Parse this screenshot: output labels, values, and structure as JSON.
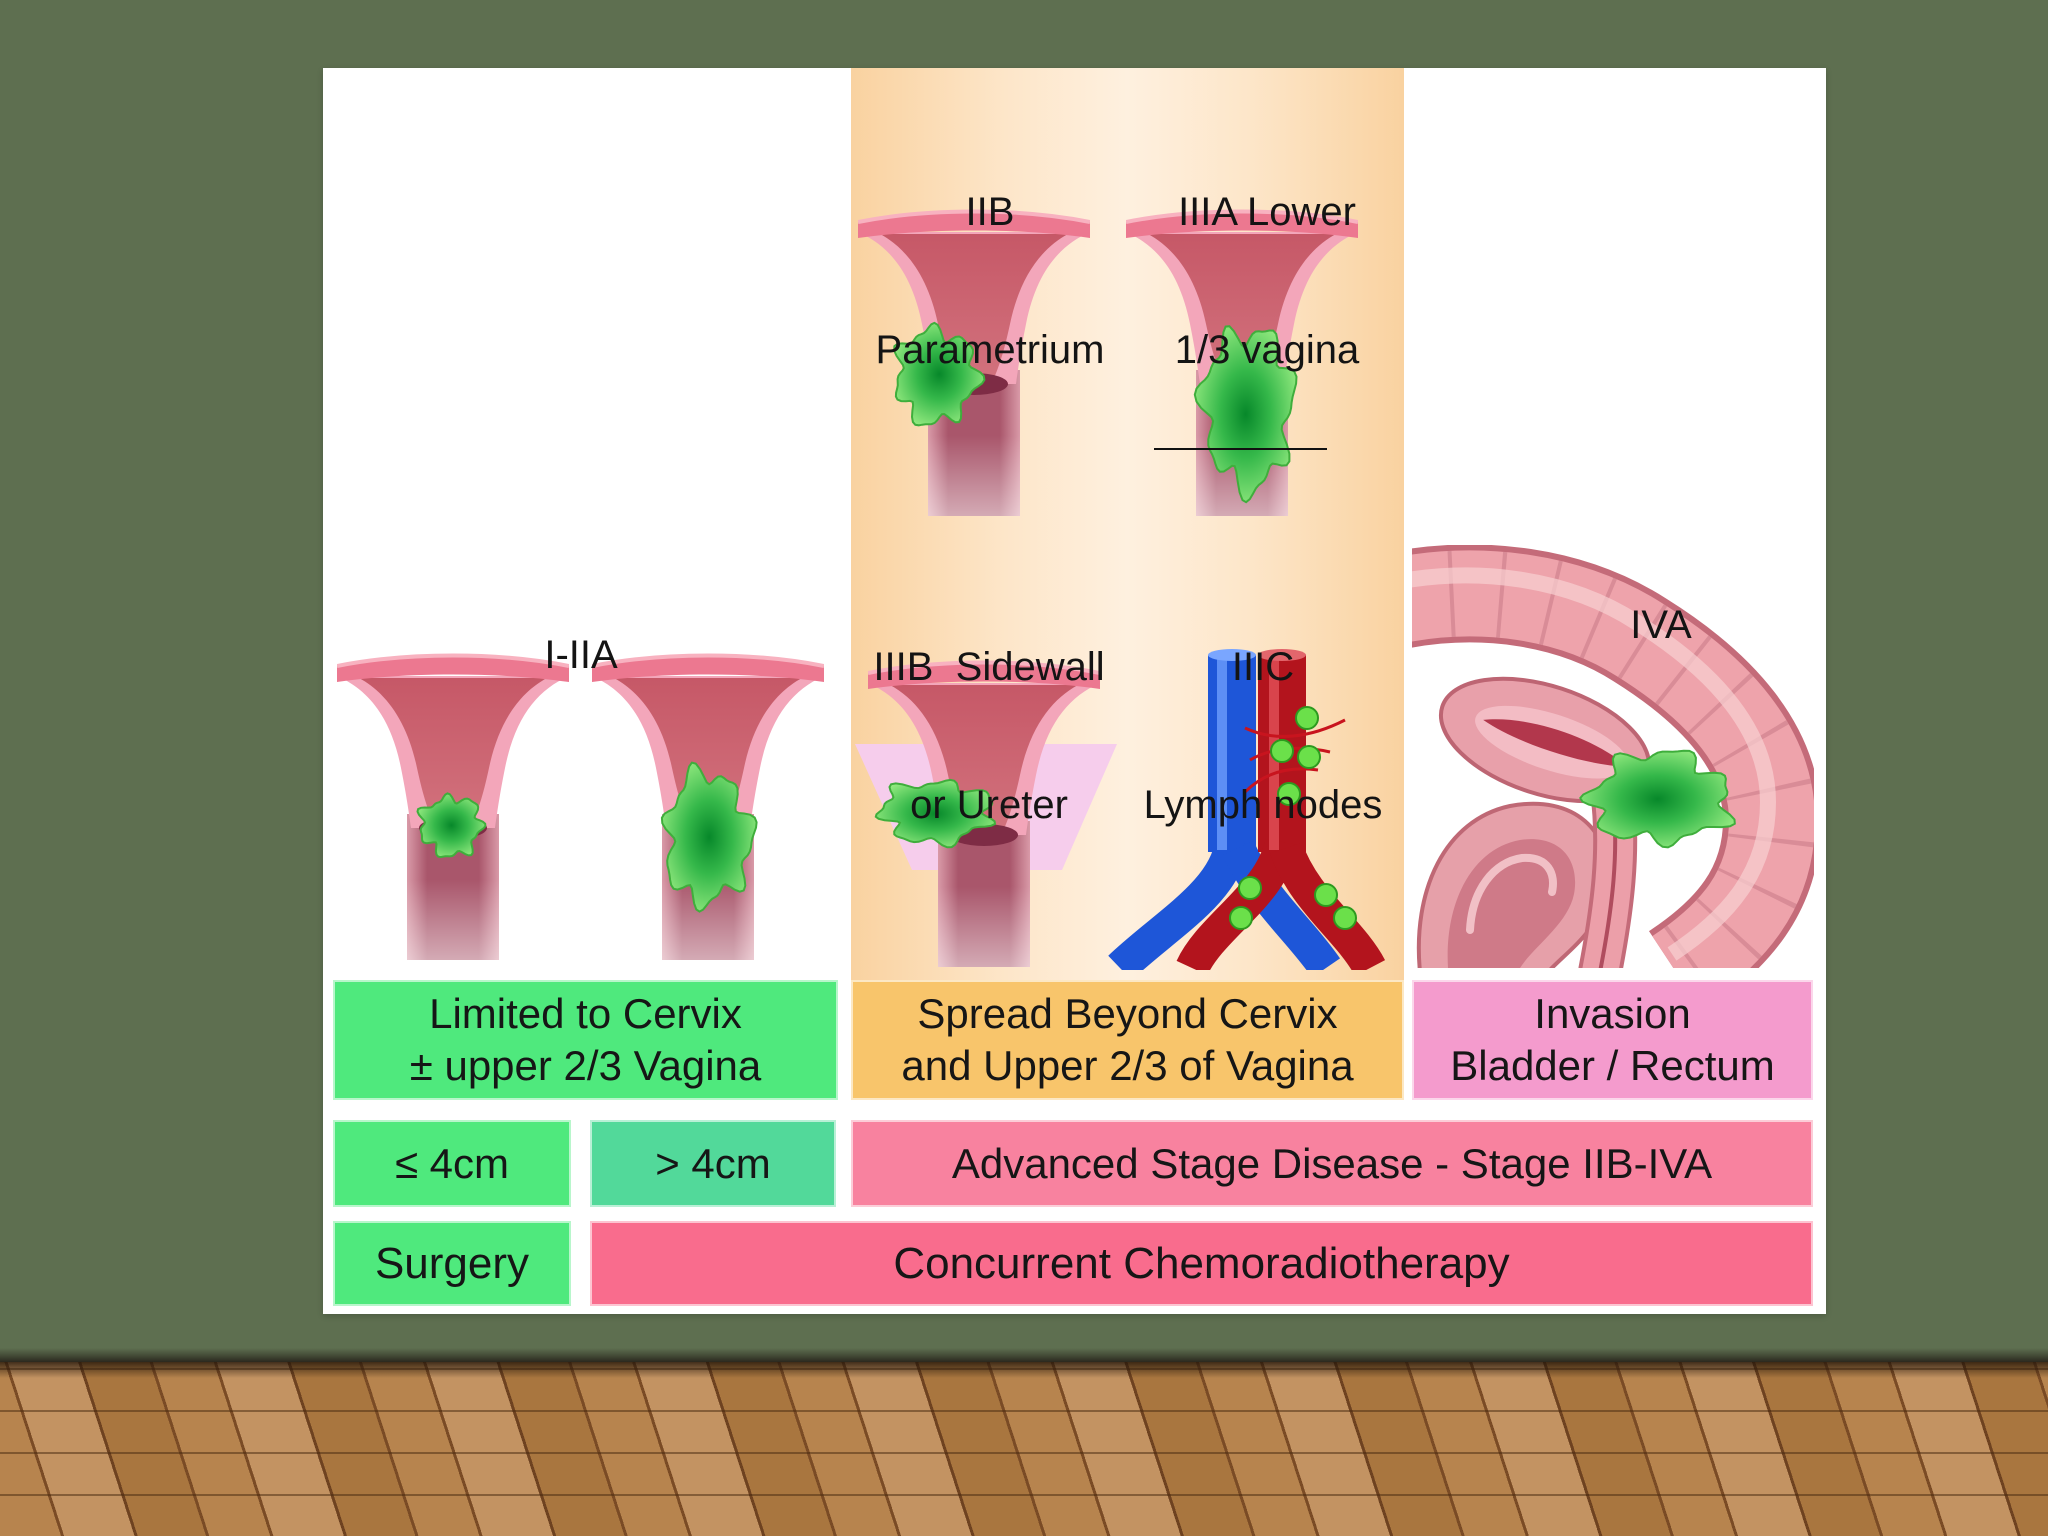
{
  "slide": {
    "stage_labels": {
      "iib": [
        "IIB",
        "Parametrium"
      ],
      "iiia": [
        "IIIA Lower",
        "1/3 vagina"
      ],
      "i_iia": "I-IIA",
      "iiib": [
        "IIIB  Sidewall",
        "or Ureter"
      ],
      "iiic": [
        "IIIC",
        "Lymph nodes"
      ],
      "iva": "IVA"
    },
    "extent": {
      "limited": [
        "Limited to Cervix",
        "± upper 2/3 Vagina"
      ],
      "spread": [
        "Spread Beyond Cervix",
        "and Upper 2/3 of Vagina"
      ],
      "invasion": [
        "Invasion",
        "Bladder / Rectum"
      ]
    },
    "tumor_size": {
      "small": "≤ 4cm",
      "large": "> 4cm",
      "advanced": "Advanced Stage Disease - Stage IIB-IVA"
    },
    "treatment": {
      "surgery": "Surgery",
      "ccrt": "Concurrent Chemoradiotherapy"
    }
  },
  "colors": {
    "wall": "#5e6f50",
    "panel": "#ffffff",
    "limited_box": "#4fe97d",
    "large_box": "#52d99a",
    "spread_box": "#f8c56b",
    "invasion_box": "#f49bcd",
    "advanced_box": "#f8829f",
    "ccrt_box": "#f96c8d"
  }
}
